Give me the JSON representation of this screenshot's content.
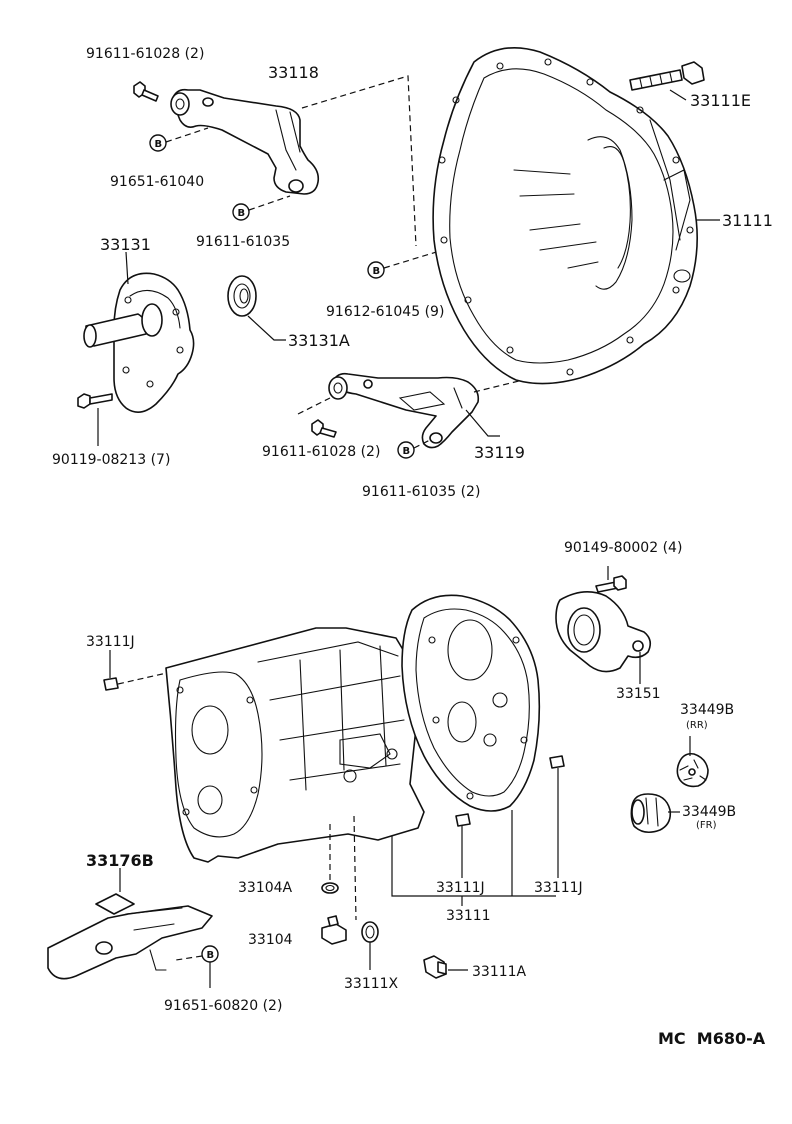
{
  "labels": {
    "p_91611_61028_top": "91611-61028 (2)",
    "p_33118": "33118",
    "p_91651_61040": "91651-61040",
    "p_91611_61035_top": "91611-61035",
    "p_33131": "33131",
    "p_33131A": "33131A",
    "p_90119_08213": "90119-08213 (7)",
    "p_91611_61028_bot": "91611-61028 (2)",
    "p_91611_61035_bot": "91611-61035 (2)",
    "p_33119": "33119",
    "p_91612_61045": "91612-61045 (9)",
    "p_33111E": "33111E",
    "p_31111": "31111",
    "p_90149_80002": "90149-80002 (4)",
    "p_33151": "33151",
    "p_33449B_rr": "33449B",
    "p_rr": "(RR)",
    "p_33449B_fr": "33449B",
    "p_fr": "(FR)",
    "p_33111J_left": "33111J",
    "p_33111J_mid": "33111J",
    "p_33111J_right": "33111J",
    "p_33111": "33111",
    "p_33104A": "33104A",
    "p_33104": "33104",
    "p_33111X": "33111X",
    "p_33111A": "33111A",
    "p_33176B": "33176B",
    "p_91651_60820": "91651-60820 (2)",
    "diagram_code": "MC  M680-A"
  },
  "bolt_marker": "B"
}
